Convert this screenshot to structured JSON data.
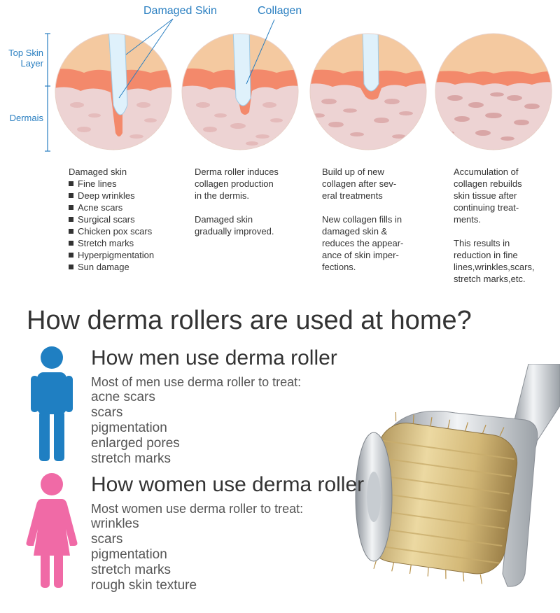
{
  "diagram": {
    "callouts": {
      "damaged_skin": "Damaged Skin",
      "collagen": "Collagen"
    },
    "side_labels": {
      "top_skin_layer": [
        "Top Skin",
        "Layer"
      ],
      "dermis": "Dermais"
    },
    "stages": [
      {
        "heading": "Damaged skin",
        "bullets": [
          "Fine lines",
          "Deep wrinkles",
          "Acne scars",
          "Surgical scars",
          "Chicken pox scars",
          "Stretch marks",
          "Hyperpigmentation",
          "Sun damage"
        ]
      },
      {
        "para1": [
          "Derma roller induces",
          "collagen production",
          "in the dermis."
        ],
        "para2": [
          "Damaged skin",
          "gradually improved."
        ]
      },
      {
        "para1": [
          "Build up of new",
          "collagen after sev-",
          "eral treatments"
        ],
        "para2": [
          "New collagen fills in",
          "damaged skin &",
          "reduces the appear-",
          "ance of skin imper-",
          "fections."
        ]
      },
      {
        "para1": [
          "Accumulation of",
          "collagen rebuilds",
          "skin tissue after",
          "continuing treat-",
          "ments."
        ],
        "para2": [
          "This results in",
          "reduction in fine",
          "lines,wrinkles,scars,",
          "stretch marks,etc."
        ]
      }
    ]
  },
  "home_use": {
    "title": "How derma rollers are used at home?",
    "men": {
      "title": "How men use derma roller",
      "intro": "Most of men use derma roller to treat:",
      "items": [
        "acne scars",
        "scars",
        "pigmentation",
        "enlarged pores",
        "stretch marks"
      ]
    },
    "women": {
      "title": "How women use derma roller",
      "intro": "Most women use derma roller to treat:",
      "items": [
        "wrinkles",
        "scars",
        "pigmentation",
        "stretch marks",
        "rough skin texture"
      ]
    }
  },
  "colors": {
    "callout_blue": "#2a7fc1",
    "men_icon": "#1f7fc2",
    "women_icon": "#f06aa6",
    "epidermis": "#f4c9a0",
    "inflamed_layer": "#f3896b",
    "dermis": "#edd3d3"
  }
}
